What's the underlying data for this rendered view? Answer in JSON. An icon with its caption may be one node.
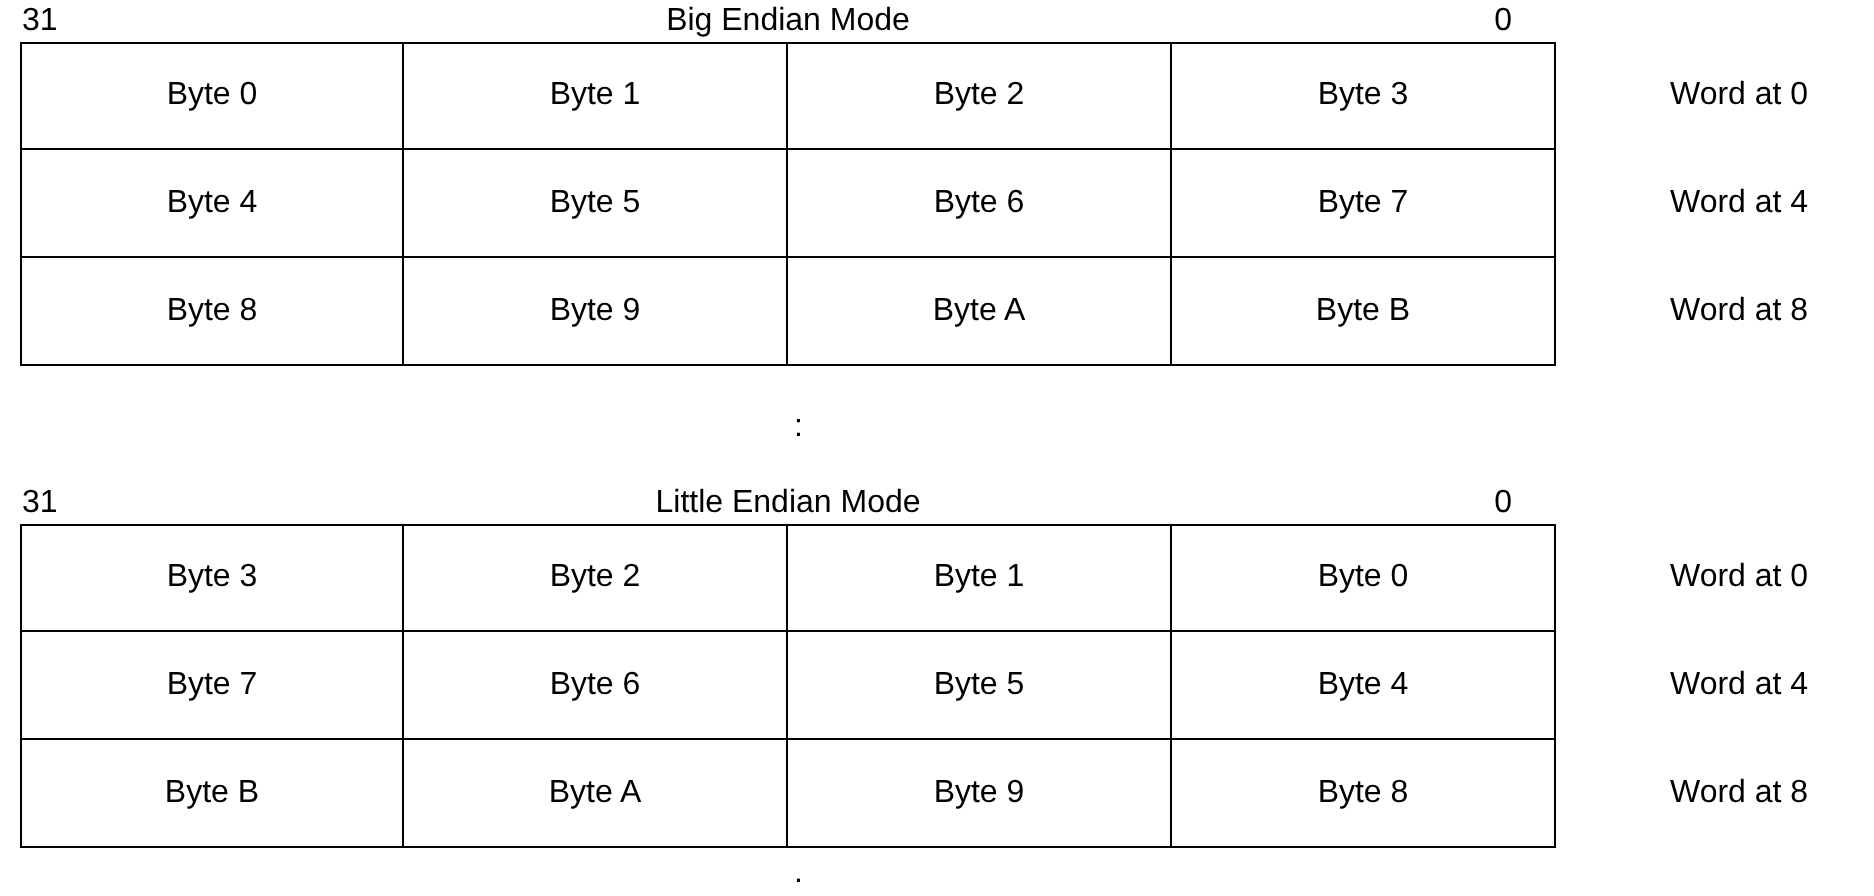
{
  "diagram": {
    "labels": [
      "31",
      "Big Endian Mode",
      "0",
      "Byte 0",
      "Byte 1",
      "Byte 2",
      "Byte 3",
      "Word at 0",
      "Byte 4",
      "Byte 5",
      "Byte 6",
      "Byte 7",
      "Word at 4",
      "Byte 8",
      "Byte 9",
      "Byte A",
      "Byte B",
      "Word at 8",
      ":",
      "31",
      "Little Endian Mode",
      "0",
      "Byte 3",
      "Byte 2",
      "Byte 1",
      "Byte 0",
      "Word at 0",
      "Byte 7",
      "Byte 6",
      "Byte 5",
      "Byte 4",
      "Word at 4",
      "Byte B",
      "Byte A",
      "Byte 9",
      "Byte 8",
      "Word at 8",
      "."
    ]
  }
}
